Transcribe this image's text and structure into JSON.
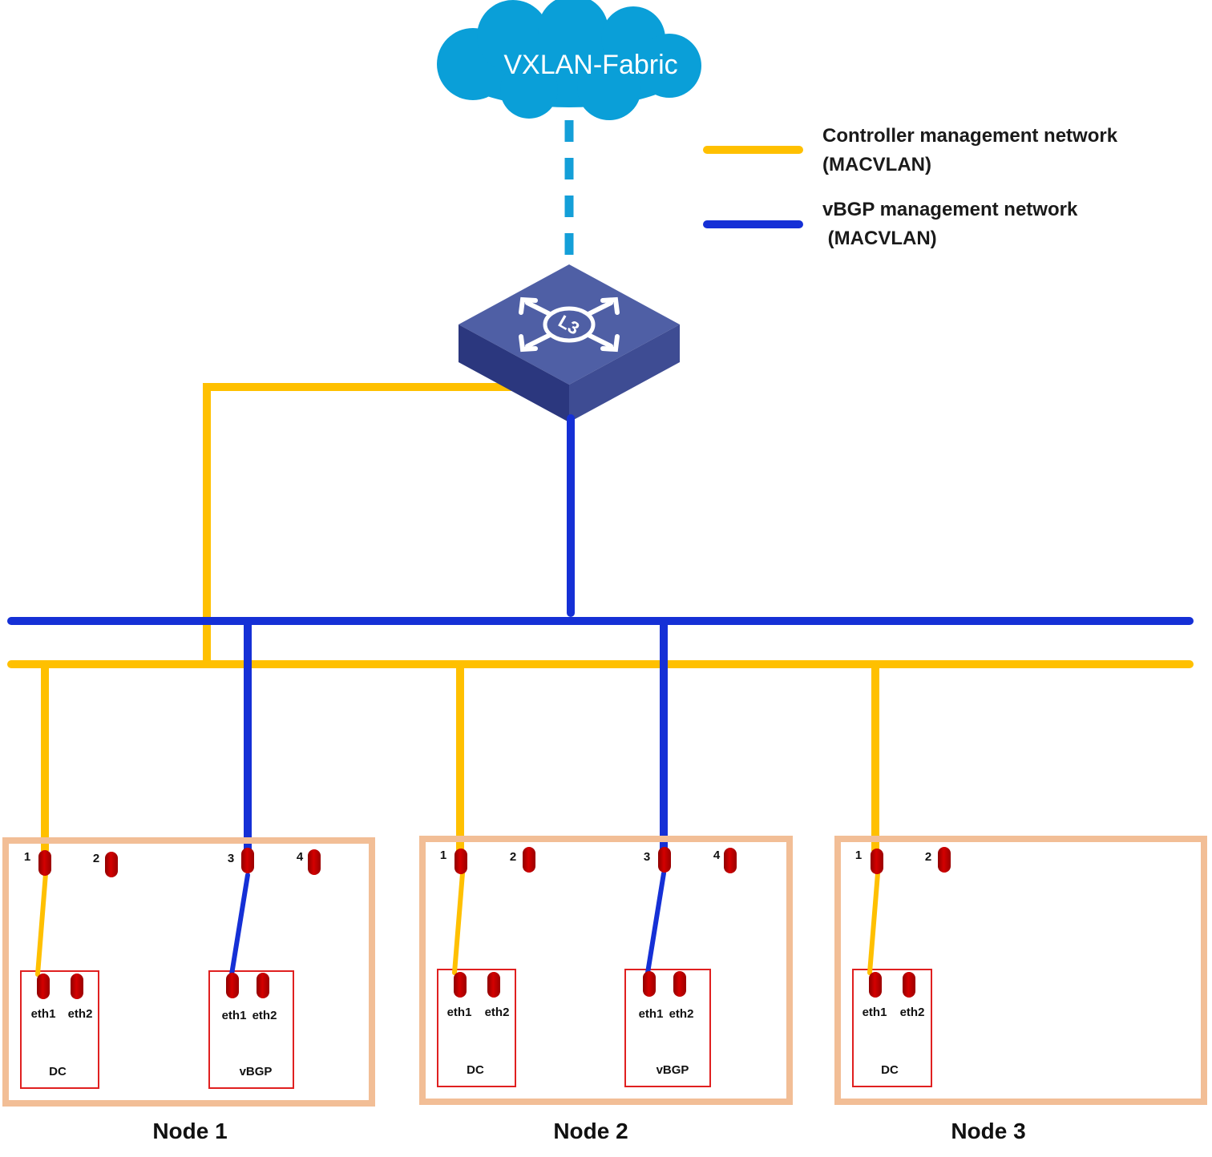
{
  "cloud": {
    "label": "VXLAN-Fabric"
  },
  "legend": {
    "controller": {
      "line1": "Controller management network",
      "line2": "(MACVLAN)",
      "color": "#FFC000"
    },
    "vbgp": {
      "line1": "vBGP management network",
      "line2": " (MACVLAN)",
      "color": "#1530D6"
    }
  },
  "switch": {
    "badge": "L3"
  },
  "colors": {
    "cloud": "#0A9FD8",
    "dashed": "#149FD8",
    "port": "#C00000",
    "nodeBorder": "#F2BE96",
    "vmBorder": "#E02020"
  },
  "nodes": [
    {
      "label": "Node 1",
      "ports": [
        "1",
        "2",
        "3",
        "4"
      ],
      "vms": [
        {
          "label": "DC",
          "eth1": "eth1",
          "eth2": "eth2"
        },
        {
          "label": "vBGP",
          "eth1": "eth1",
          "eth2": "eth2"
        }
      ]
    },
    {
      "label": "Node 2",
      "ports": [
        "1",
        "2",
        "3",
        "4"
      ],
      "vms": [
        {
          "label": "DC",
          "eth1": "eth1",
          "eth2": "eth2"
        },
        {
          "label": "vBGP",
          "eth1": "eth1",
          "eth2": "eth2"
        }
      ]
    },
    {
      "label": "Node 3",
      "ports": [
        "1",
        "2"
      ],
      "vms": [
        {
          "label": "DC",
          "eth1": "eth1",
          "eth2": "eth2"
        }
      ]
    }
  ]
}
